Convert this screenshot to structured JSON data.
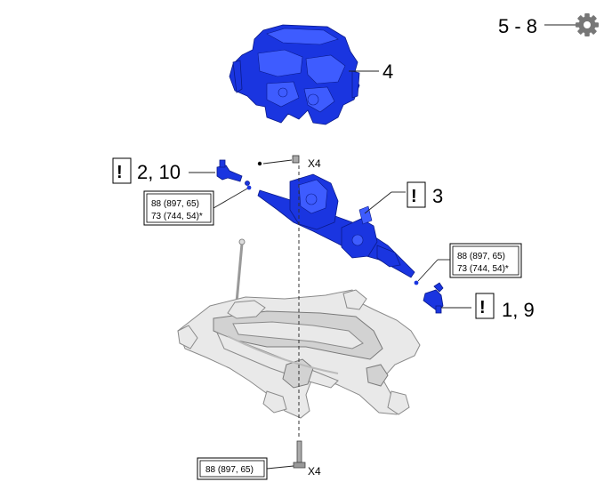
{
  "callouts": {
    "engine": "4",
    "service_steps": "5 - 8",
    "left_tie_rod": "2, 10",
    "steering_gear": "3",
    "right_tie_rod": "1, 9",
    "caution_mark": "!"
  },
  "torque": {
    "left_line1": "88 (897, 65)",
    "left_line2": "73 (744, 54)*",
    "right_line1": "88 (897, 65)",
    "right_line2": "73 (744, 54)*",
    "bolt_line1": "88 (897, 65)"
  },
  "quantity": {
    "nut": "X4",
    "bolt": "X4"
  },
  "icons": {
    "settings": "gear-icon"
  },
  "colors": {
    "removed_part": "#1a35e0",
    "frame": "#e9e9e9"
  }
}
